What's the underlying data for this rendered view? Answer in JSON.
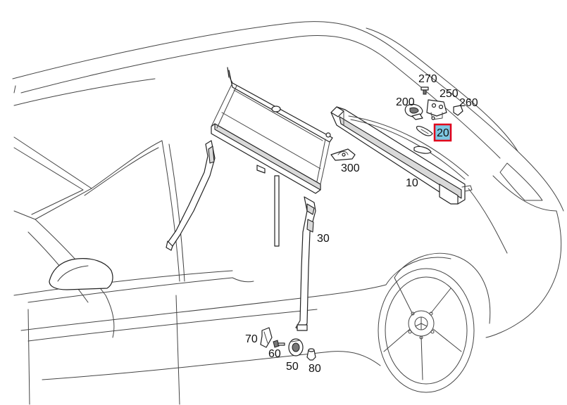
{
  "callouts": {
    "c10": "10",
    "c20": "20",
    "c30": "30",
    "c50": "50",
    "c60": "60",
    "c70": "70",
    "c80": "80",
    "c200": "200",
    "c250": "250",
    "c260": "260",
    "c270": "270",
    "c300": "300"
  },
  "highlight": {
    "callout": "20",
    "fill_color": "#7ec8e3",
    "border_color": "#e0001b"
  }
}
